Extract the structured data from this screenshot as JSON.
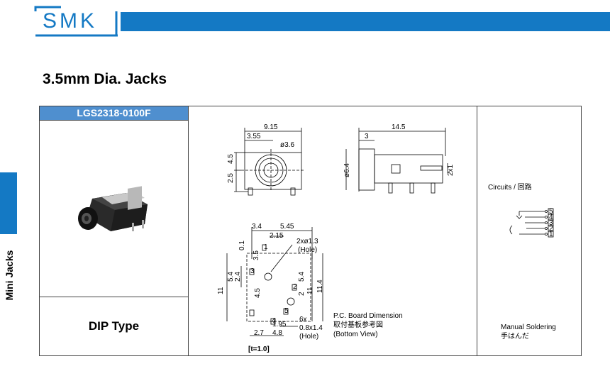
{
  "brand": {
    "logo_text": "SMK",
    "accent_color": "#1479c4"
  },
  "page_title": "3.5mm Dia. Jacks",
  "side_label": "Mini Jacks",
  "model": "LGS2318-0100F",
  "mount_type": "DIP Type",
  "dims": {
    "top_width": "9.15",
    "top_half": "3.55",
    "top_dia": "ø3.6",
    "top_h1": "4.5",
    "top_h2": "2.5",
    "side_len": "14.5",
    "side_front": "3",
    "side_dia": "ø6.4",
    "side_pin": "2x1",
    "pcb_a": "3.4",
    "pcb_b": "5.45",
    "pcb_c": "2.15",
    "pcb_hole": "2xø1.3",
    "pcb_hole_label": "(Hole)",
    "pcb_01": "0.1",
    "pcb_35": "3.5",
    "pcb_54a": "5.4",
    "pcb_24": "2.4",
    "pcb_45": "4.5",
    "pcb_11a": "11",
    "pcb_54b": "5.4",
    "pcb_2": "2",
    "pcb_11b": "11",
    "pcb_114": "11.4",
    "pcb_195": "1.95",
    "pcb_27": "2.7",
    "pcb_48": "4.8",
    "pcb_slot": "6x",
    "pcb_slot_size": "0.8x1.4",
    "pcb_slot_label": "(Hole)",
    "thickness": "[t=1.0]",
    "pins": [
      "1",
      "2",
      "3",
      "4",
      "5"
    ]
  },
  "pcb_caption": [
    "P.C. Board Dimension",
    "取付基板参考図",
    "(Bottom View)"
  ],
  "circuits_label": "Circuits / 回路",
  "soldering": [
    "Manual Soldering",
    "手はんだ"
  ]
}
